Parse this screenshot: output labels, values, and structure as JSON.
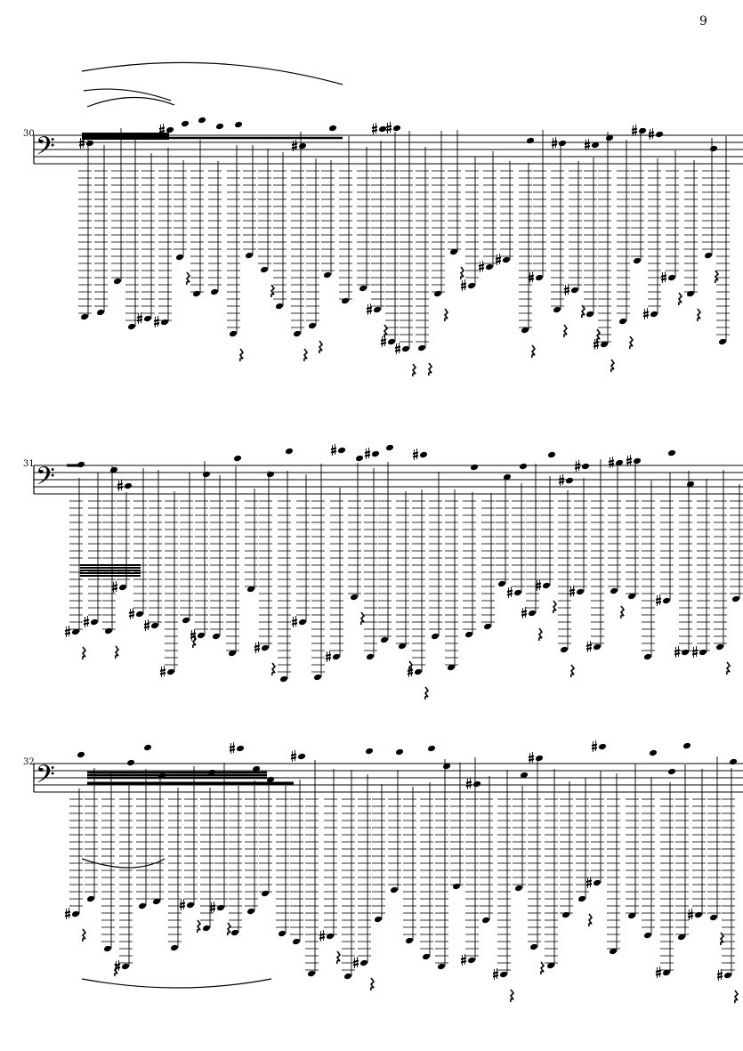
{
  "page": {
    "number": "9"
  },
  "systems": [
    {
      "measure": "30"
    },
    {
      "measure": "31"
    },
    {
      "measure": "32"
    }
  ],
  "clef": "bass-clef",
  "colors": {
    "ink": "#000000",
    "paper": "#ffffff"
  }
}
